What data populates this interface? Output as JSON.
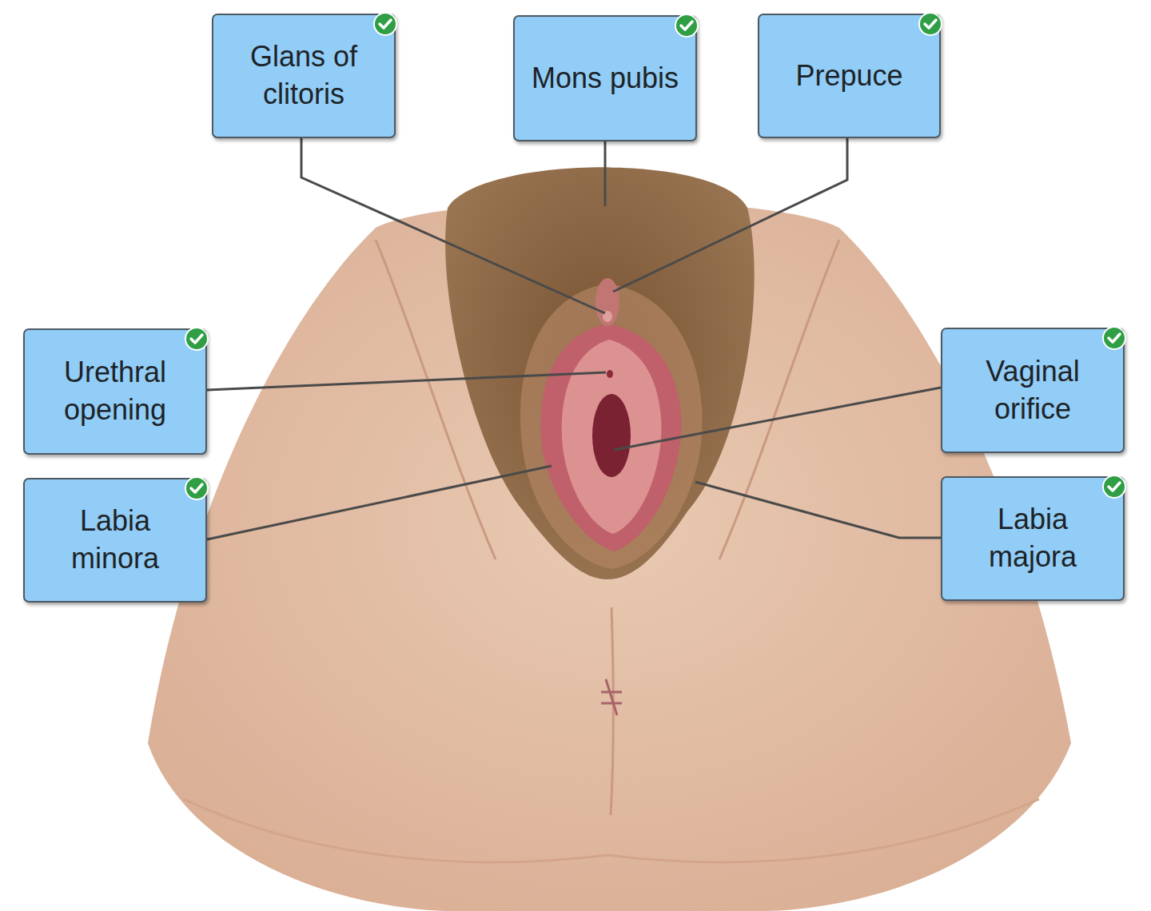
{
  "diagram": {
    "nodes": [
      {
        "text": [
          "Glans of clitoris"
        ]
      },
      {
        "text": [
          "Mons pubis"
        ]
      },
      {
        "text": [
          "Prepuce"
        ]
      },
      {
        "text": [
          "Urethral opening"
        ]
      },
      {
        "text": [
          "Vaginal orifice"
        ]
      },
      {
        "text": [
          "Labia minora"
        ]
      },
      {
        "text": [
          "Labia majora"
        ]
      }
    ]
  }
}
